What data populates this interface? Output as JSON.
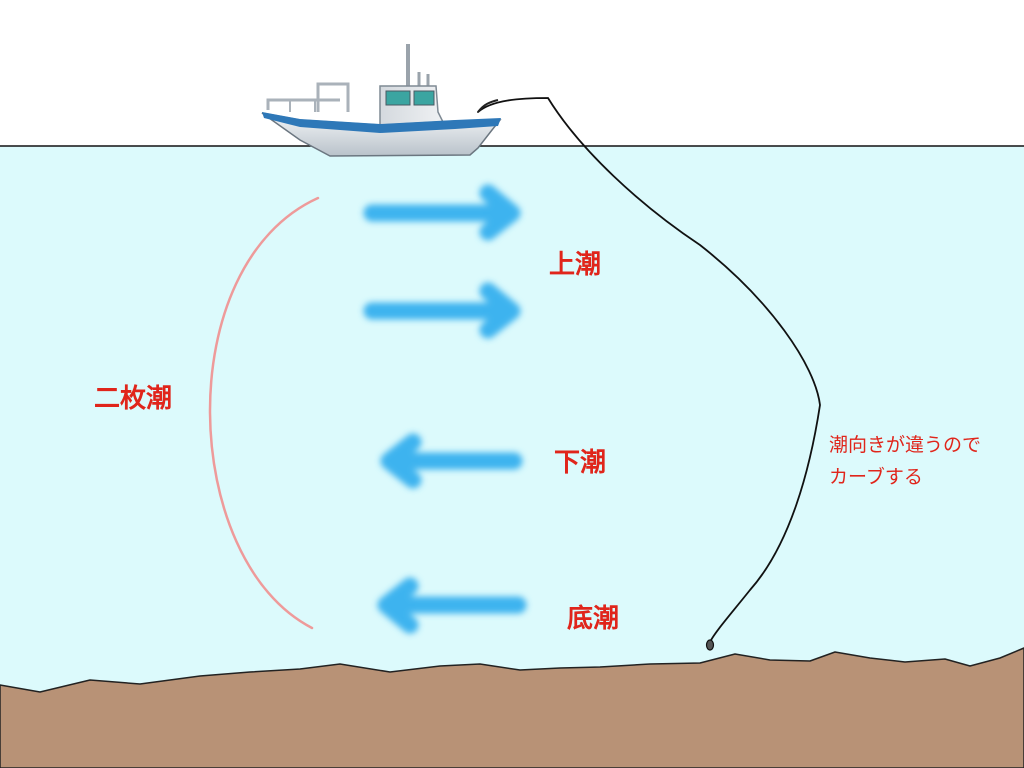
{
  "labels": {
    "upper_current": "上潮",
    "lower_current": "下潮",
    "bottom_current": "底潮",
    "double_current": "二枚潮",
    "note_line1": "潮向きが違うので",
    "note_line2": "カーブする"
  },
  "colors": {
    "sky": "#ffffff",
    "water": "#dcfafc",
    "seabed": "#b89276",
    "arrow": "#3eb3ef",
    "label": "#e0251b",
    "bracket": "#ee9a9a",
    "fishing_line": "#111111"
  },
  "icons": {
    "boat": "fishing-boat-icon",
    "arrow_right": "arrow-right-icon",
    "arrow_left": "arrow-left-icon",
    "sinker": "sinker-icon"
  }
}
